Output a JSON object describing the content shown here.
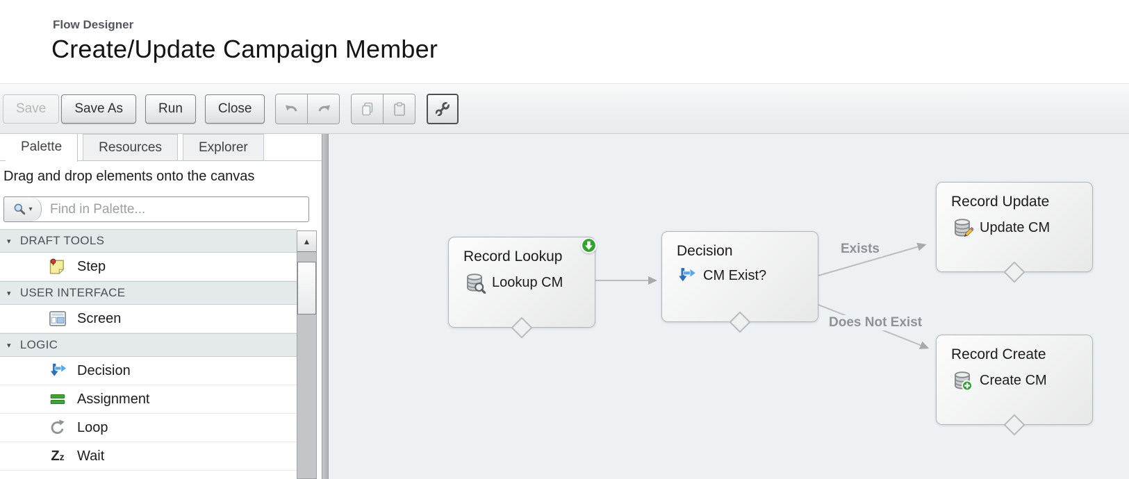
{
  "header": {
    "app_label": "Flow Designer",
    "title": "Create/Update Campaign Member"
  },
  "toolbar": {
    "save": {
      "label": "Save",
      "enabled": false
    },
    "save_as": {
      "label": "Save As",
      "enabled": true
    },
    "run": {
      "label": "Run",
      "enabled": true
    },
    "close": {
      "label": "Close",
      "enabled": true
    },
    "icons": [
      "undo-icon",
      "redo-icon",
      "copy-icon",
      "paste-icon",
      "wrench-icon"
    ]
  },
  "sidebar": {
    "tabs": [
      {
        "label": "Palette",
        "active": true
      },
      {
        "label": "Resources",
        "active": false
      },
      {
        "label": "Explorer",
        "active": false
      }
    ],
    "instruction": "Drag and drop elements onto the canvas",
    "search": {
      "placeholder": "Find in Palette...",
      "icon": "magnifier-icon"
    },
    "sections": [
      {
        "label": "DRAFT TOOLS",
        "items": [
          {
            "label": "Step",
            "icon": "step-icon"
          }
        ]
      },
      {
        "label": "USER INTERFACE",
        "items": [
          {
            "label": "Screen",
            "icon": "screen-icon"
          }
        ]
      },
      {
        "label": "LOGIC",
        "items": [
          {
            "label": "Decision",
            "icon": "decision-icon"
          },
          {
            "label": "Assignment",
            "icon": "assignment-icon"
          },
          {
            "label": "Loop",
            "icon": "loop-icon"
          },
          {
            "label": "Wait",
            "icon": "wait-icon"
          }
        ]
      }
    ]
  },
  "canvas": {
    "nodes": [
      {
        "type": "Record Lookup",
        "name": "Lookup CM",
        "icon": "record-lookup-icon",
        "badge": "start-arrow-badge"
      },
      {
        "type": "Decision",
        "name": "CM Exist?",
        "icon": "decision-icon"
      },
      {
        "type": "Record Update",
        "name": "Update CM",
        "icon": "record-update-icon"
      },
      {
        "type": "Record Create",
        "name": "Create CM",
        "icon": "record-create-icon"
      }
    ],
    "connectors": [
      {
        "from": "Lookup CM",
        "to": "CM Exist?",
        "label": ""
      },
      {
        "from": "CM Exist?",
        "to": "Update CM",
        "label": "Exists"
      },
      {
        "from": "CM Exist?",
        "to": "Create CM",
        "label": "Does Not Exist"
      }
    ]
  },
  "colors": {
    "canvas_bg": "#edf1f4",
    "node_border": "#b2b6b8",
    "connector_gray": "#b9bdbf",
    "connector_label": "#8c9296",
    "accent_green": "#34a22f",
    "decision_blue": "#2a71b9",
    "section_header_bg": "#e4e9ec"
  }
}
